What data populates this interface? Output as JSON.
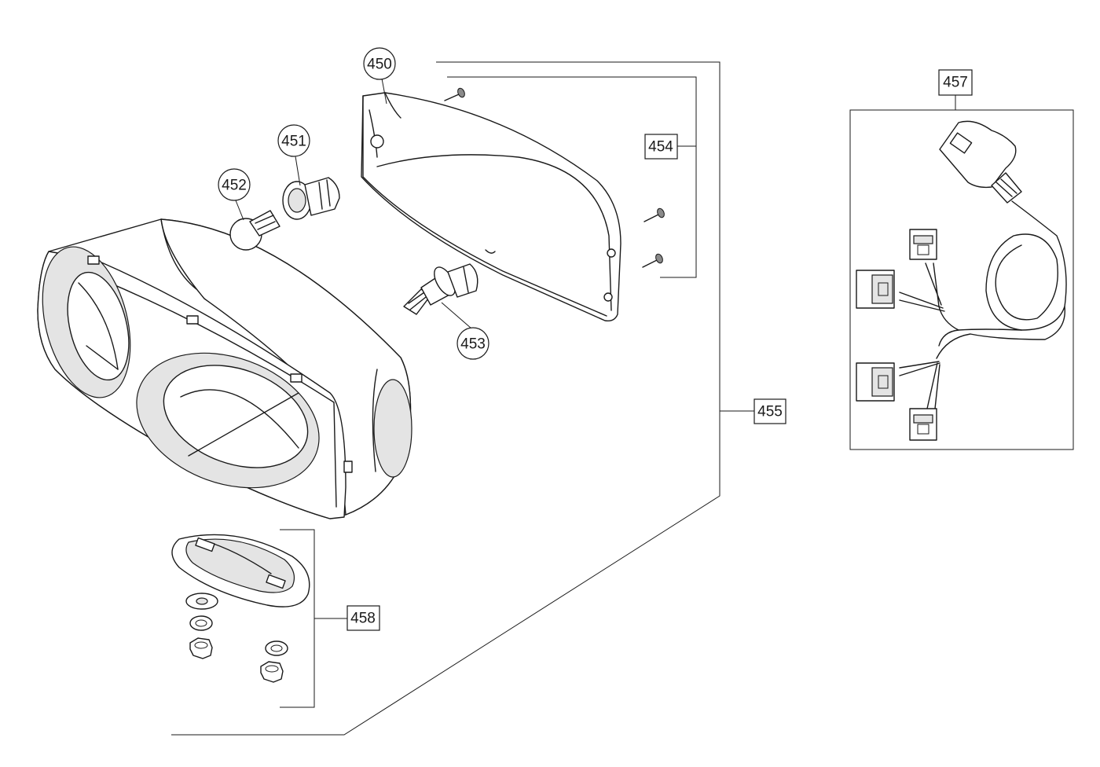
{
  "callouts": {
    "c450": "450",
    "c451": "451",
    "c452": "452",
    "c453": "453",
    "c454": "454",
    "c455": "455",
    "c457": "457",
    "c458": "458"
  },
  "parts": {
    "p450": "lens-cover",
    "p451": "bulb-socket",
    "p452": "wedge-bulb",
    "p453": "halogen-bulb",
    "p454": "screws",
    "p455": "headlamp-assembly",
    "p457": "wiring-harness",
    "p458": "mounting-hardware"
  }
}
